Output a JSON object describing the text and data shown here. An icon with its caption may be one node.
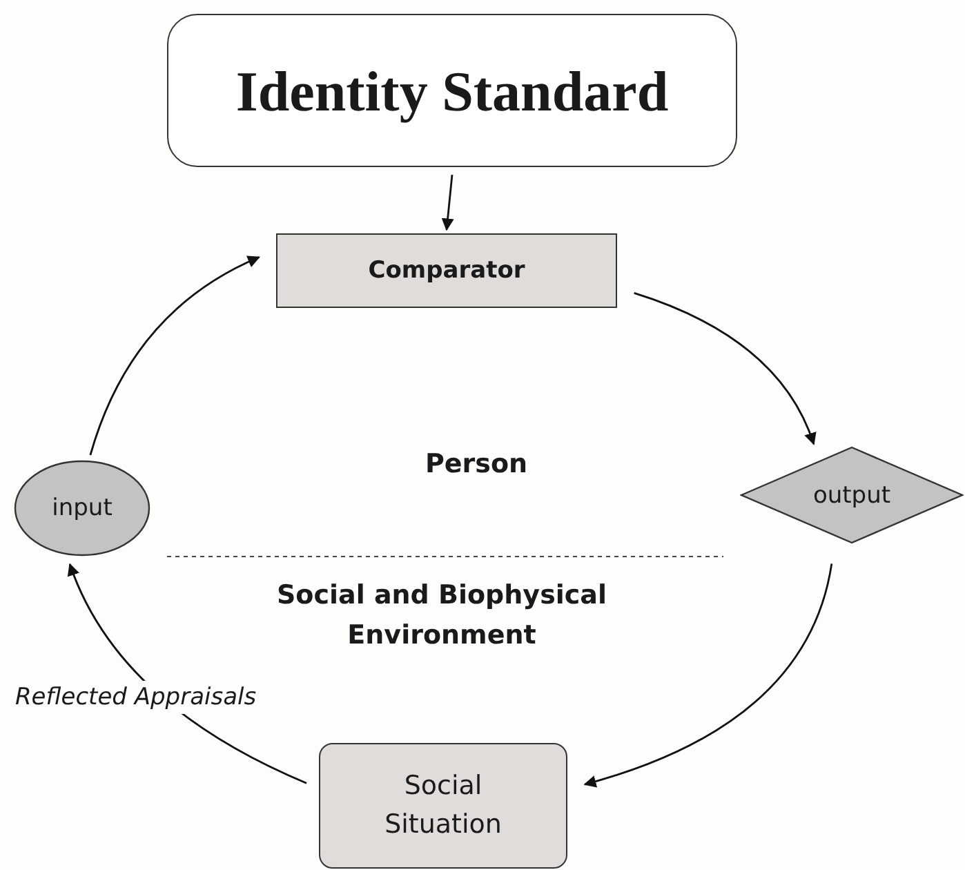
{
  "diagram": {
    "nodes": [
      {
        "text": [
          "Identity Standard"
        ]
      },
      {
        "text": [
          "Comparator"
        ]
      },
      {
        "text": [
          "output"
        ]
      },
      {
        "text": [
          "Social Situation"
        ]
      },
      {
        "text": [
          "input"
        ]
      }
    ],
    "edges": [
      {
        "from": 0,
        "to": 1,
        "arrow": "to"
      },
      {
        "from": 1,
        "to": 2,
        "arrow": "to"
      },
      {
        "from": 2,
        "to": 3,
        "arrow": "to"
      },
      {
        "from": 3,
        "to": 4,
        "arrow": "to",
        "label": "Reflected Appraisals"
      },
      {
        "from": 4,
        "to": 1,
        "arrow": "to"
      }
    ],
    "labels": [
      "Person",
      "Social and Biophysical Environment"
    ]
  }
}
